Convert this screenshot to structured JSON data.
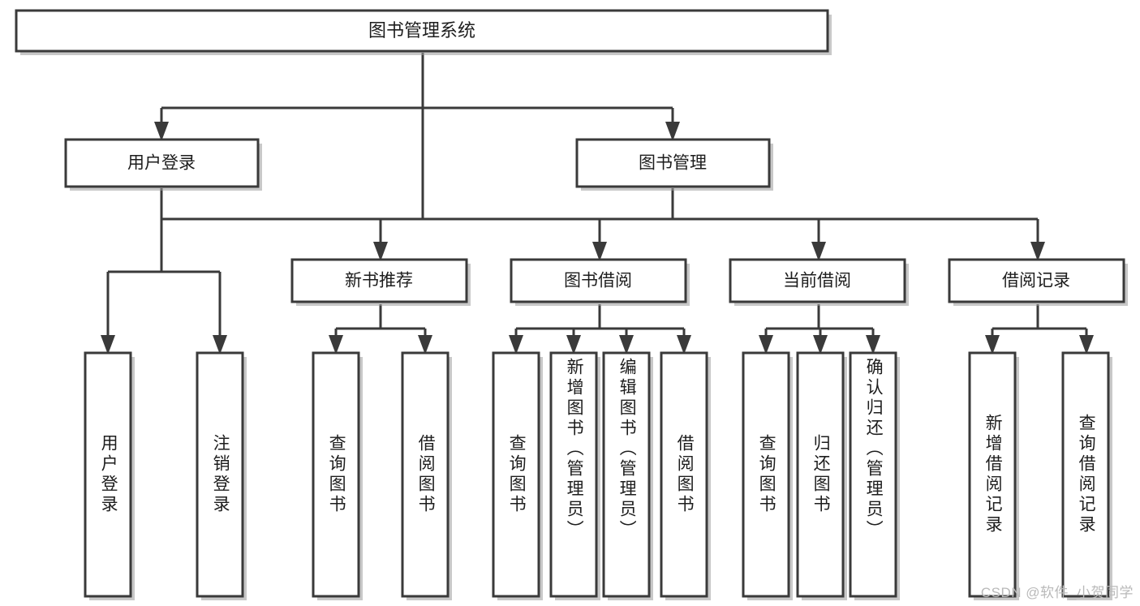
{
  "diagram": {
    "type": "tree-hierarchy-chart",
    "title_node": {
      "label": "图书管理系统"
    },
    "colors": {
      "box_stroke": "#3a3a3a",
      "box_fill": "#ffffff",
      "connector": "#3a3a3a",
      "text": "#1d1d1d",
      "watermark": "#b9b9b9",
      "background": "#ffffff"
    },
    "level2": [
      {
        "label": "用户登录"
      },
      {
        "label": "图书管理"
      }
    ],
    "level3": [
      {
        "label": "新书推荐"
      },
      {
        "label": "图书借阅"
      },
      {
        "label": "当前借阅"
      },
      {
        "label": "借阅记录"
      }
    ],
    "leaves": {
      "user_login": [
        {
          "label": "用户登录"
        },
        {
          "label": "注销登录"
        }
      ],
      "new_book": [
        {
          "label": "查询图书"
        },
        {
          "label": "借阅图书"
        }
      ],
      "book_borrow": [
        {
          "label": "查询图书"
        },
        {
          "label": "新增图书（管理员）"
        },
        {
          "label": "编辑图书（管理员）"
        },
        {
          "label": "借阅图书"
        }
      ],
      "current_borrow": [
        {
          "label": "查询图书"
        },
        {
          "label": "归还图书"
        },
        {
          "label": "确认归还（管理员）"
        }
      ],
      "borrow_record": [
        {
          "label": "新增借阅记录"
        },
        {
          "label": "查询借阅记录"
        }
      ]
    }
  },
  "watermark": {
    "text": "CSDN @软件_小贺同学"
  }
}
